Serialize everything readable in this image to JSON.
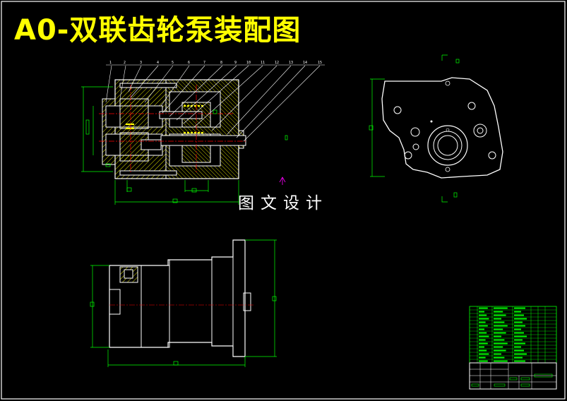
{
  "title": "A0-双联齿轮泵装配图",
  "watermark": "图文设计",
  "callouts": [
    "1",
    "2",
    "3",
    "4",
    "5",
    "6",
    "7",
    "8",
    "9",
    "10",
    "11",
    "12",
    "13",
    "14",
    "15"
  ],
  "colors": {
    "background": "#000000",
    "title": "#ffff00",
    "outline": "#ffffff",
    "hatch": "#ffff00",
    "dimension": "#00ff00",
    "centerline": "#ff0000",
    "marker": "#ff00ff"
  }
}
